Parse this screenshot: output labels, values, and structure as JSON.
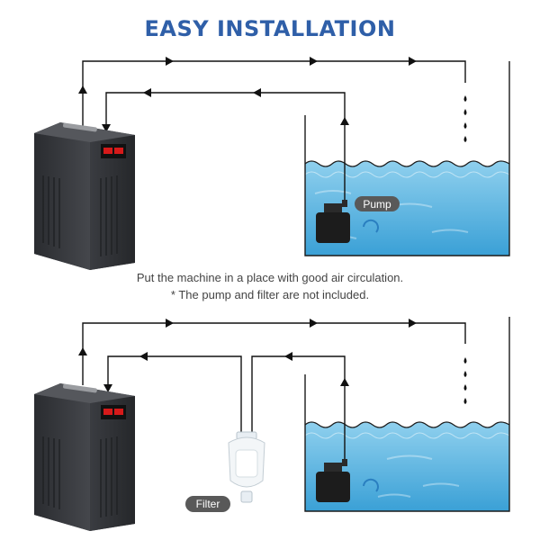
{
  "title": "EASY INSTALLATION",
  "caption": {
    "line1": "Put the machine in a place with good air circulation.",
    "line2": "* The pump and filter are not included."
  },
  "labels": {
    "pump": "Pump",
    "filter": "Filter"
  },
  "colors": {
    "title": "#2f5fa8",
    "water_top": "#8fd0ee",
    "water_bottom": "#3aa0d6",
    "chiller_body": "#3d3f44",
    "chiller_front": "#2b2d31",
    "display": "#d61a1a",
    "pipe": "#111111",
    "label_bg": "#595959"
  },
  "icons": [
    "chiller-unit",
    "water-pump",
    "water-filter",
    "water-drop",
    "flow-arrow"
  ]
}
